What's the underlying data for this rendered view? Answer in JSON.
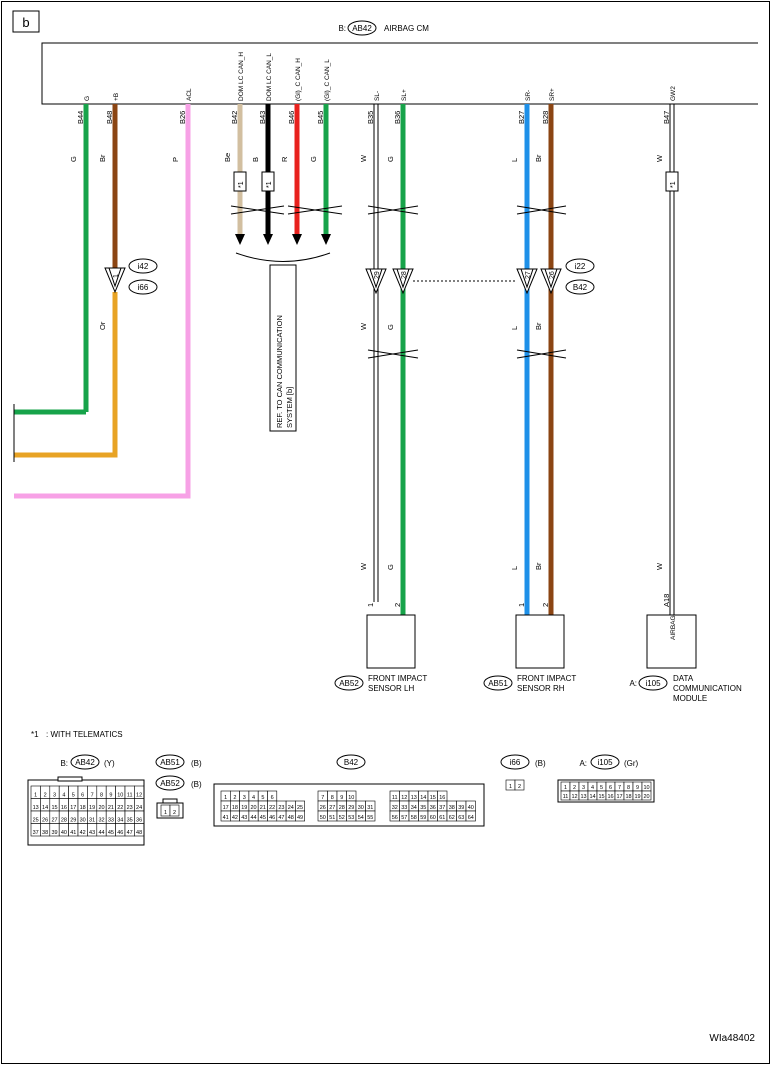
{
  "page_tag": "b",
  "module": {
    "prefix": "B:",
    "id": "AB42",
    "name": "AIRBAG CM",
    "pin_names": [
      "G",
      "+B",
      "ACL",
      "DOM LC CAN_H",
      "DOM LC CAN_L",
      "(Gl)_C CAN_H",
      "(Gl)_C CAN_L",
      "SL-",
      "SL+",
      "SR-",
      "SR+",
      "GW2"
    ]
  },
  "wires": [
    {
      "pin": "B44",
      "code": "G",
      "color": "#17a34a"
    },
    {
      "pin": "B48",
      "code": "Br",
      "color": "#8b4513"
    },
    {
      "pin": "B26",
      "code": "P",
      "color": "#f7a1e6"
    },
    {
      "pin": "B42",
      "code": "Be",
      "color": "#d2bfa0"
    },
    {
      "pin": "B43",
      "code": "B",
      "color": "#000000"
    },
    {
      "pin": "B46",
      "code": "R",
      "color": "#e8211d"
    },
    {
      "pin": "B45",
      "code": "G",
      "color": "#17a34a"
    },
    {
      "pin": "B35",
      "code": "W",
      "color": "#ffffff"
    },
    {
      "pin": "B36",
      "code": "G",
      "color": "#17a34a"
    },
    {
      "pin": "B27",
      "code": "L",
      "color": "#1e90e8"
    },
    {
      "pin": "B28",
      "code": "Br",
      "color": "#8b4513"
    },
    {
      "pin": "B47",
      "code": "W",
      "color": "#ffffff"
    }
  ],
  "orange": {
    "code": "Or",
    "color": "#e8a324"
  },
  "note_mark": "*1",
  "note_text": ": WITH TELEMATICS",
  "ref_text_line1": "REF. TO CAN COMMUNICATION",
  "ref_text_line2": "SYSTEM [b]",
  "conn_i42": {
    "label": "i42",
    "pin": "1"
  },
  "conn_i66": {
    "label": "i66"
  },
  "conn_i22": {
    "label": "i22",
    "pins": [
      "29",
      "28",
      "27",
      "26"
    ]
  },
  "conn_b42_tag": "B42",
  "lh_codes": [
    "W",
    "G"
  ],
  "rh_codes": [
    "L",
    "Br"
  ],
  "sensor_lh": {
    "id": "AB52",
    "name_line1": "FRONT IMPACT",
    "name_line2": "SENSOR LH",
    "pins": [
      "1",
      "2"
    ]
  },
  "sensor_rh": {
    "id": "AB51",
    "name_line1": "FRONT IMPACT",
    "name_line2": "SENSOR RH",
    "pins": [
      "1",
      "2"
    ]
  },
  "dcm": {
    "prefix": "A:",
    "id": "i105",
    "name_line1": "DATA",
    "name_line2": "COMMUNICATION",
    "name_line3": "MODULE",
    "pin": "A18",
    "inner": "AIRBAG"
  },
  "faces": {
    "ab42": {
      "prefix": "B:",
      "id": "AB42",
      "color": "(Y)"
    },
    "ab51": {
      "id": "AB51",
      "color": "(B)"
    },
    "ab52": {
      "id": "AB52",
      "color": "(B)"
    },
    "ab51_pins": [
      "1",
      "2"
    ],
    "b42": {
      "id": "B42"
    },
    "i66": {
      "id": "i66",
      "color": "(B)",
      "pins": [
        "1",
        "2"
      ]
    },
    "i105": {
      "prefix": "A:",
      "id": "i105",
      "color": "(Gr)"
    }
  },
  "ab42_rows": [
    [
      "1",
      "2",
      "3",
      "4",
      "5",
      "6",
      "7",
      "8",
      "9",
      "10",
      "11",
      "12"
    ],
    [
      "13",
      "14",
      "15",
      "16",
      "17",
      "18",
      "19",
      "20",
      "21",
      "22",
      "23",
      "24"
    ],
    [
      "25",
      "26",
      "27",
      "28",
      "29",
      "30",
      "31",
      "32",
      "33",
      "34",
      "35",
      "36"
    ],
    [
      "37",
      "38",
      "39",
      "40",
      "41",
      "42",
      "43",
      "44",
      "45",
      "46",
      "47",
      "48"
    ]
  ],
  "b42_left": [
    [
      "1",
      "2",
      "3",
      "4",
      "5",
      "6"
    ],
    [
      "17",
      "18",
      "19",
      "20",
      "21",
      "22",
      "23",
      "24",
      "25"
    ],
    [
      "41",
      "42",
      "43",
      "44",
      "45",
      "46",
      "47",
      "48",
      "49"
    ]
  ],
  "b42_mid": [
    [
      "7",
      "8",
      "9",
      "10"
    ],
    [
      "26",
      "27",
      "28",
      "29",
      "30",
      "31"
    ],
    [
      "50",
      "51",
      "52",
      "53",
      "54",
      "55"
    ]
  ],
  "b42_right": [
    [
      "11",
      "12",
      "13",
      "14",
      "15",
      "16"
    ],
    [
      "32",
      "33",
      "34",
      "35",
      "36",
      "37",
      "38",
      "39",
      "40"
    ],
    [
      "56",
      "57",
      "58",
      "59",
      "60",
      "61",
      "62",
      "63",
      "64"
    ]
  ],
  "i105_rows": [
    [
      "1",
      "2",
      "3",
      "4",
      "5",
      "6",
      "7",
      "8",
      "9",
      "10"
    ],
    [
      "11",
      "12",
      "13",
      "14",
      "15",
      "16",
      "17",
      "18",
      "19",
      "20"
    ]
  ],
  "figure_id": "WIa48402"
}
